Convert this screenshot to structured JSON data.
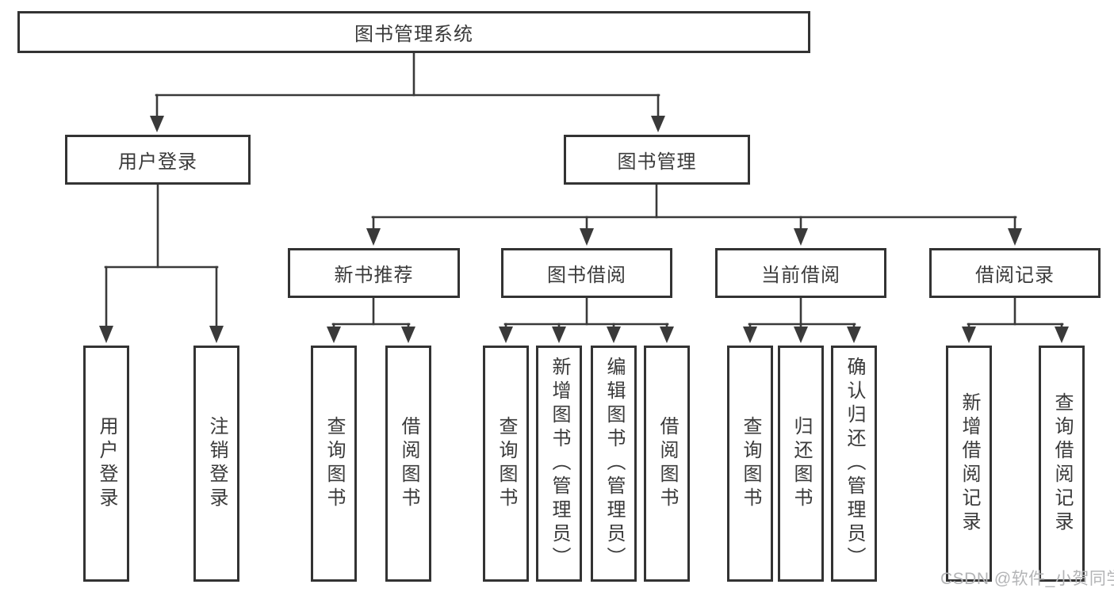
{
  "root": {
    "label": "图书管理系统"
  },
  "branches": [
    {
      "label": "用户登录",
      "children": [
        {
          "label": "用户登录"
        },
        {
          "label": "注销登录"
        }
      ]
    },
    {
      "label": "图书管理",
      "children": [
        {
          "label": "新书推荐",
          "children": [
            {
              "label": "查询图书"
            },
            {
              "label": "借阅图书"
            }
          ]
        },
        {
          "label": "图书借阅",
          "children": [
            {
              "label": "查询图书"
            },
            {
              "label": "新增图书（管理员）"
            },
            {
              "label": "编辑图书（管理员）"
            },
            {
              "label": "借阅图书"
            }
          ]
        },
        {
          "label": "当前借阅",
          "children": [
            {
              "label": "查询图书"
            },
            {
              "label": "归还图书"
            },
            {
              "label": "确认归还（管理员）"
            }
          ]
        },
        {
          "label": "借阅记录",
          "children": [
            {
              "label": "新增借阅记录"
            },
            {
              "label": "查询借阅记录"
            }
          ]
        }
      ]
    }
  ],
  "watermark": "CSDN @软件_小贺同学",
  "colors": {
    "line": "#3a3a3a",
    "text": "#3a3a3a",
    "box_border": "#333333",
    "background": "#ffffff",
    "watermark": "#b3b4b6"
  }
}
